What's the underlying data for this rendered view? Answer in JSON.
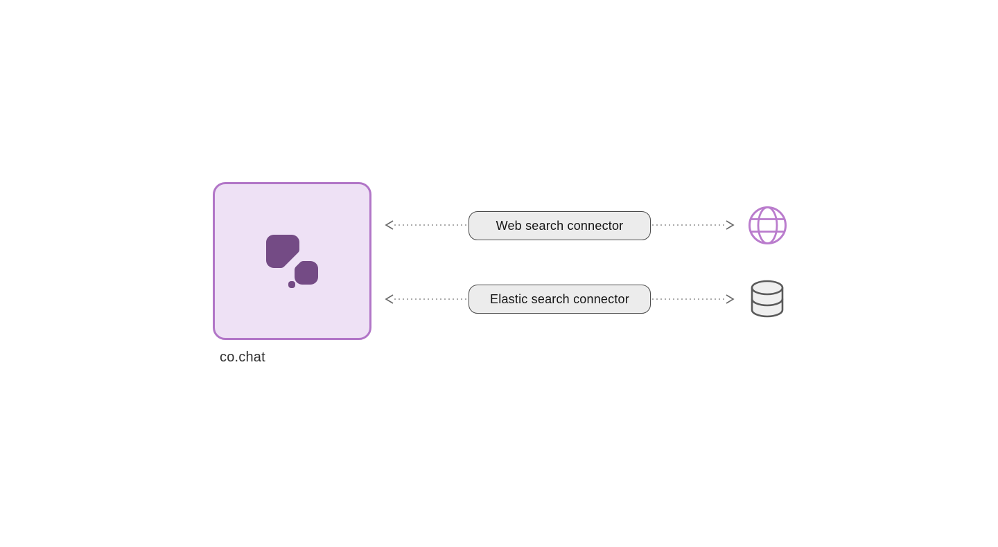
{
  "canvas": {
    "background_color": "#ffffff"
  },
  "cochat_node": {
    "label": "co.chat",
    "box_fill": "#eee1f5",
    "box_border": "#b175c7",
    "logo_icon": "cohere-chat-bubbles",
    "logo_color": "#744b85"
  },
  "connectors": [
    {
      "label": "Web search connector",
      "endpoint_icon": "globe-icon"
    },
    {
      "label": "Elastic search connector",
      "endpoint_icon": "database-icon"
    }
  ],
  "pill_style": {
    "fill": "#ececec",
    "border": "#4a4a4a",
    "text_color": "#141414"
  },
  "arrow_style": {
    "line_color": "#9e9e9e",
    "head_color": "#6b6b6b"
  },
  "globe_icon": {
    "stroke": "#ba7ccd"
  },
  "database_icon": {
    "stroke": "#5a5a5a",
    "fill": "#efefef"
  }
}
